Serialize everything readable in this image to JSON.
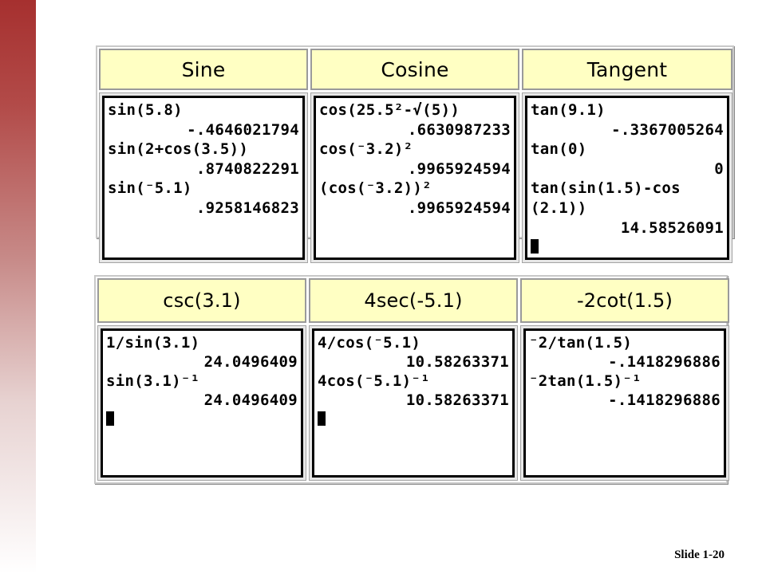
{
  "top_table": {
    "headers": [
      "Sine",
      "Cosine",
      "Tangent"
    ],
    "screens": [
      {
        "lines": [
          {
            "text": "sin(5.8)",
            "align": "left"
          },
          {
            "text": "-.4646021794",
            "align": "right"
          },
          {
            "text": "sin(2+cos(3.5))",
            "align": "left"
          },
          {
            "text": ".8740822291",
            "align": "right"
          },
          {
            "text": "sin(⁻5.1)",
            "align": "left"
          },
          {
            "text": ".9258146823",
            "align": "right"
          }
        ],
        "cursor": false
      },
      {
        "lines": [
          {
            "text": "cos(25.5²-√(5))",
            "align": "left"
          },
          {
            "text": ".6630987233",
            "align": "right"
          },
          {
            "text": "cos(⁻3.2)²",
            "align": "left"
          },
          {
            "text": ".9965924594",
            "align": "right"
          },
          {
            "text": "(cos(⁻3.2))²",
            "align": "left"
          },
          {
            "text": ".9965924594",
            "align": "right"
          }
        ],
        "cursor": false
      },
      {
        "lines": [
          {
            "text": "tan(9.1)",
            "align": "left"
          },
          {
            "text": "-.3367005264",
            "align": "right"
          },
          {
            "text": "tan(0)",
            "align": "left"
          },
          {
            "text": "0",
            "align": "right"
          },
          {
            "text": "tan(sin(1.5)-cos",
            "align": "left"
          },
          {
            "text": "(2.1))",
            "align": "left"
          },
          {
            "text": "14.58526091",
            "align": "right"
          }
        ],
        "cursor": true
      }
    ]
  },
  "bottom_table": {
    "headers": [
      "csc(3.1)",
      "4sec(-5.1)",
      "-2cot(1.5)"
    ],
    "screens": [
      {
        "lines": [
          {
            "text": "1/sin(3.1)",
            "align": "left"
          },
          {
            "text": "24.0496409",
            "align": "right"
          },
          {
            "text": "sin(3.1)⁻¹",
            "align": "left"
          },
          {
            "text": "24.0496409",
            "align": "right"
          }
        ],
        "cursor": true
      },
      {
        "lines": [
          {
            "text": "4/cos(⁻5.1)",
            "align": "left"
          },
          {
            "text": "10.58263371",
            "align": "right"
          },
          {
            "text": "4cos(⁻5.1)⁻¹",
            "align": "left"
          },
          {
            "text": "10.58263371",
            "align": "right"
          }
        ],
        "cursor": true
      },
      {
        "lines": [
          {
            "text": "⁻2/tan(1.5)",
            "align": "left"
          },
          {
            "text": "-.1418296886",
            "align": "right"
          },
          {
            "text": "⁻2tan(1.5)⁻¹",
            "align": "left"
          },
          {
            "text": "-.1418296886",
            "align": "right"
          }
        ],
        "cursor": false
      }
    ]
  },
  "slide_number": "Slide 1-20",
  "colors": {
    "accent_bar": "#a6302f",
    "header_bg": "#ffffc3"
  }
}
